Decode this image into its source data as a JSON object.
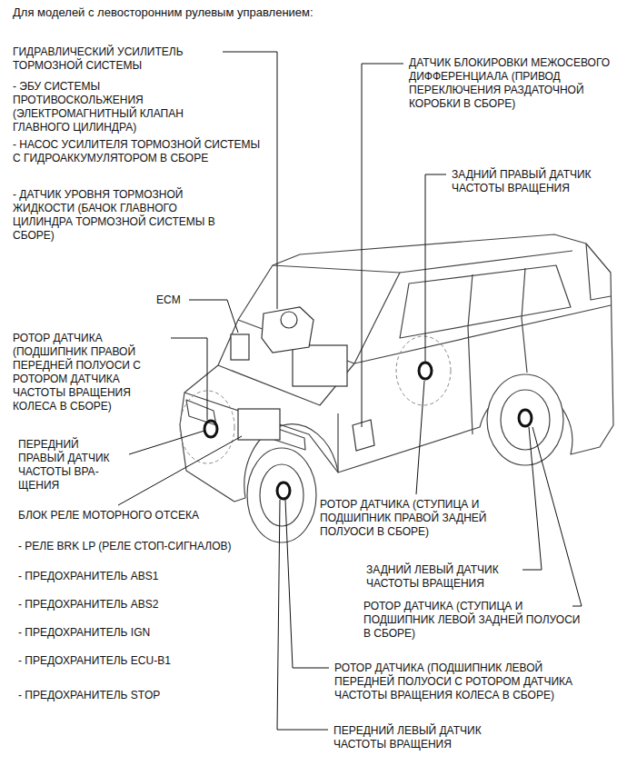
{
  "diagram": {
    "title": "Для моделей с левосторонним рулевым управлением:",
    "labels": [
      "ГИДРАВЛИЧЕСКИЙ УСИЛИТЕЛЬ ТОРМОЗНОЙ СИСТЕМЫ",
      "- ЭБУ СИСТЕМЫ ПРОТИВОСКОЛЬЖЕНИЯ (ЭЛЕКТРОМАГНИТНЫЙ КЛАПАН ГЛАВНОГО ЦИЛИНДРА)",
      "- НАСОС УСИЛИТЕЛЯ ТОРМОЗНОЙ СИСТЕМЫ С ГИДРОАККУМУЛЯТОРОМ В СБОРЕ",
      "- ДАТЧИК УРОВНЯ ТОРМОЗНОЙ ЖИДКОСТИ (БАЧОК ГЛАВНОГО ЦИЛИНДРА ТОРМОЗНОЙ СИСТЕМЫ В СБОРЕ)",
      "ECM",
      "РОТОР ДАТЧИКА (ПОДШИПНИК ПРАВОЙ ПЕРЕДНЕЙ ПОЛУОСИ С РОТОРОМ ДАТЧИКА ЧАСТОТЫ ВРАЩЕНИЯ КОЛЕСА В СБОРЕ)",
      "ПЕРЕДНИЙ ПРАВЫЙ ДАТЧИК ЧАСТОТЫ ВРА- ЩЕНИЯ",
      "БЛОК РЕЛЕ МОТОРНОГО ОТСЕКА",
      "- РЕЛЕ BRK LP (РЕЛЕ СТОП-СИГНАЛОВ)",
      "- ПРЕДОХРАНИТЕЛЬ ABS1",
      "- ПРЕДОХРАНИТЕЛЬ ABS2",
      "- ПРЕДОХРАНИТЕЛЬ IGN",
      "- ПРЕДОХРАНИТЕЛЬ ECU-B1",
      "- ПРЕДОХРАНИТЕЛЬ STOP",
      "ДАТЧИК БЛОКИРОВКИ МЕЖОСЕВОГО ДИФФЕРЕНЦИАЛА (ПРИВОД ПЕРЕКЛЮЧЕНИЯ РАЗДАТОЧНОЙ КОРОБКИ В СБОРЕ)",
      "ЗАДНИЙ ПРАВЫЙ ДАТЧИК ЧАСТОТЫ ВРАЩЕНИЯ",
      "РОТОР ДАТЧИКА (СТУПИЦА И ПОДШИПНИК ПРАВОЙ ЗАДНЕЙ ПОЛУОСИ В СБОРЕ)",
      "ЗАДНИЙ ЛЕВЫЙ ДАТЧИК ЧАСТОТЫ ВРАЩЕНИЯ",
      "РОТОР ДАТЧИКА (СТУПИЦА И ПОДШИПНИК ЛЕВОЙ ЗАДНЕЙ ПОЛУОСИ В СБОРЕ)",
      "РОТОР ДАТЧИКА (ПОДШИПНИК ЛЕВОЙ ПЕРЕДНЕЙ ПОЛУОСИ С РОТОРОМ ДАТЧИКА ЧАСТОТЫ ВРАЩЕНИЯ КОЛЕСА В СБОРЕ)",
      "ПЕРЕДНИЙ ЛЕВЫЙ ДАТЧИК ЧАСТОТЫ ВРАЩЕНИЯ"
    ]
  }
}
